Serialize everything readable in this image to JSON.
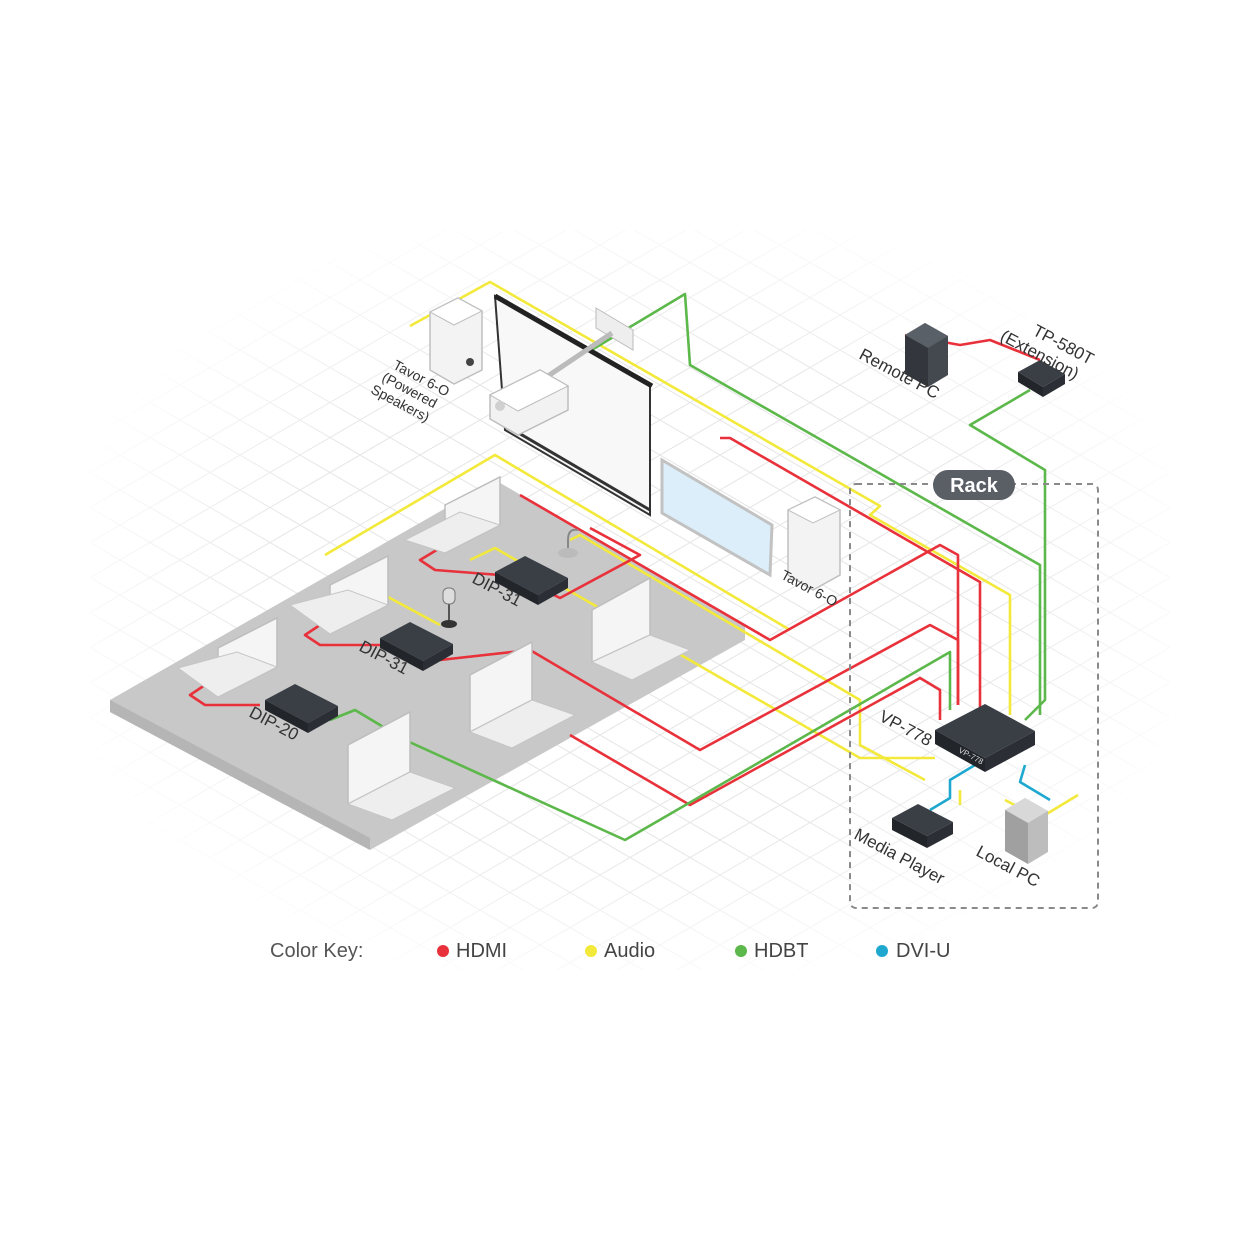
{
  "colors": {
    "hdmi": "#e8313a",
    "audio": "#f2e93a",
    "hdbt": "#5cb84a",
    "dvi": "#1ea8d0",
    "floor": "#c8c8c8",
    "grid": "#e6e6e6",
    "device": "#2b2f35"
  },
  "labels": {
    "speakers_powered": [
      "Tavor 6-O",
      "(Powered",
      "Speakers)"
    ],
    "speaker": "Tavor 6-O",
    "remote_pc": "Remote PC",
    "tp580t": [
      "TP-580T",
      "(Extension)"
    ],
    "rack": "Rack",
    "vp778": "VP-778",
    "vp778_tag": "VP-778",
    "dip31_a": "DIP-31",
    "dip31_b": "DIP-31",
    "dip20": "DIP-20",
    "media_player": "Media Player",
    "local_pc": "Local PC"
  },
  "color_key": {
    "title": "Color Key:",
    "items": [
      {
        "name": "HDMI",
        "color": "#e8313a"
      },
      {
        "name": "Audio",
        "color": "#f2e93a"
      },
      {
        "name": "HDBT",
        "color": "#5cb84a"
      },
      {
        "name": "DVI-U",
        "color": "#1ea8d0"
      }
    ]
  }
}
